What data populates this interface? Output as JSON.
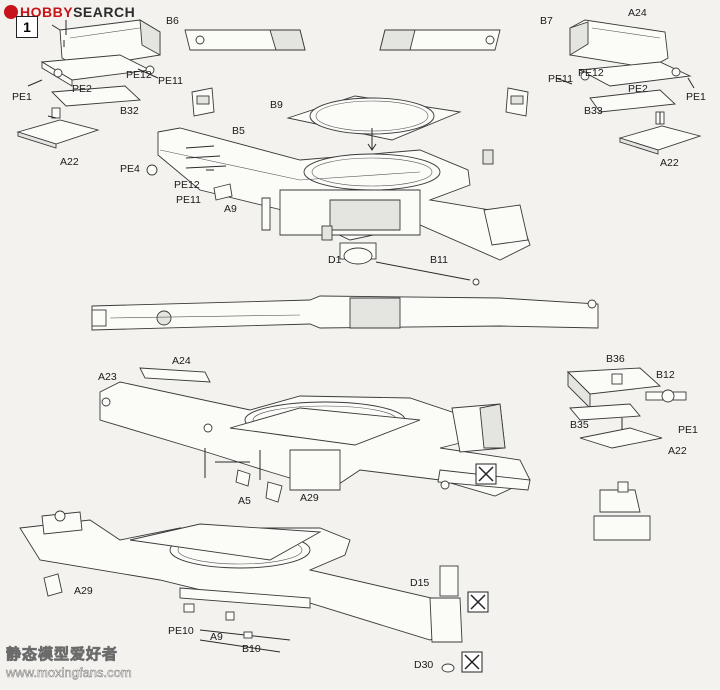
{
  "watermark_top": {
    "brand_red": "HOBBY",
    "brand_dark": "SEARCH"
  },
  "step_number": "1",
  "watermark_bottom": {
    "chinese": "静态模型爱好者",
    "url": "www.moxingfans.com"
  },
  "callouts": {
    "B6": "B6",
    "B7": "B7",
    "A24_top": "A24",
    "PE12_l": "PE12",
    "PE11_l": "PE11",
    "PE1_l": "PE1",
    "PE2_l": "PE2",
    "B32": "B32",
    "A22_l": "A22",
    "PE11_r": "PE11",
    "PE12_r": "PE12",
    "PE2_r": "PE2",
    "PE1_r": "PE1",
    "B33": "B33",
    "A22_r": "A22",
    "B9": "B9",
    "B5": "B5",
    "PE4": "PE4",
    "PE12_m": "PE12",
    "PE11_m": "PE11",
    "A9_m": "A9",
    "D1": "D1",
    "B11": "B11",
    "A24_mid": "A24",
    "A23": "A23",
    "A5": "A5",
    "A29_m": "A29",
    "B36": "B36",
    "B12": "B12",
    "B35": "B35",
    "PE1_rr": "PE1",
    "A22_rr": "A22",
    "A29_b": "A29",
    "PE10": "PE10",
    "A9_b": "A9",
    "B10": "B10",
    "D15": "D15",
    "D30": "D30"
  },
  "colors": {
    "paper": "#f3f2ee",
    "ink": "#2a2a2a",
    "brand_red": "#c7141b"
  }
}
